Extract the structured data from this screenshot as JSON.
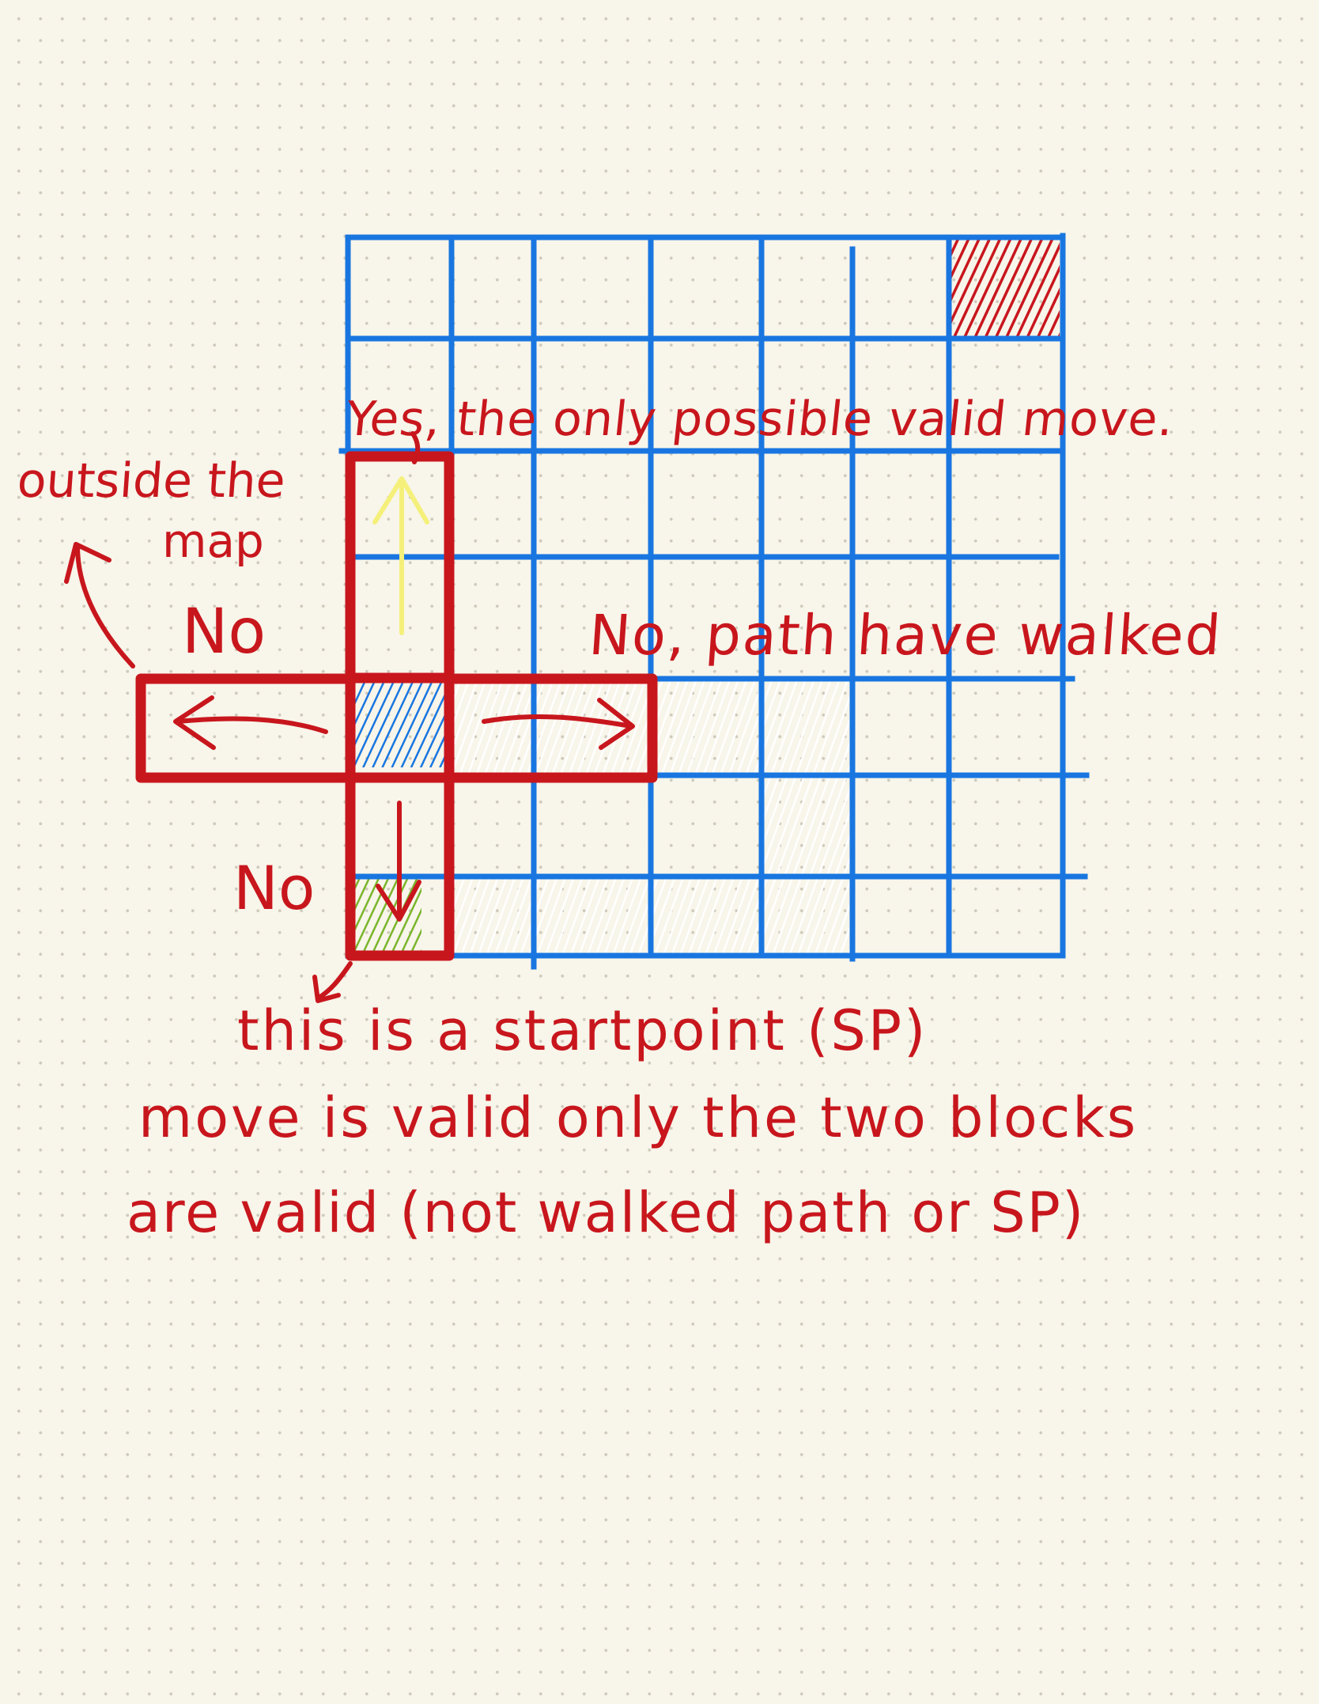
{
  "annotations": {
    "yes_label": "Yes, the only possible valid move.",
    "outside_label_line1": "outside the",
    "outside_label_line2": "map",
    "no_left": "No",
    "no_right": "No, path have walked",
    "no_down": "No",
    "note_line1": "this is a startpoint (SP)",
    "note_line2": "move is valid only the two blocks",
    "note_line3": "are valid (not walked path or SP)"
  },
  "grid": {
    "columns": 7,
    "rows": 7,
    "line_color": "#1976e0"
  },
  "cells": {
    "target": {
      "col": 7,
      "row": 1,
      "color": "#c8161d",
      "meaning": "goal"
    },
    "current": {
      "col": 1,
      "row": 5,
      "color": "#1976e0"
    },
    "start": {
      "col": 1,
      "row": 7,
      "color": "#7ab52b"
    },
    "walked_color": "#ffffff"
  },
  "moves": {
    "up": {
      "valid": true,
      "arrow_color": "#f5f07a"
    },
    "left": {
      "valid": false,
      "reason": "outside the map"
    },
    "right": {
      "valid": false,
      "reason": "path walked"
    },
    "down": {
      "valid": false,
      "reason": "startpoint"
    }
  },
  "colors": {
    "ink": "#c8161d",
    "grid": "#1976e0",
    "paper": "#f8f5ea"
  }
}
